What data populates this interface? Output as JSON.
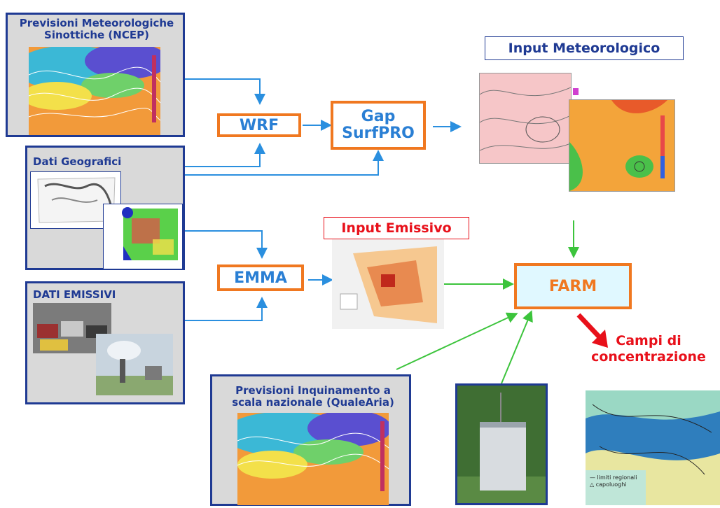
{
  "sources": {
    "ncep_title": "Previsioni Meteorologiche Sinottiche (NCEP)",
    "geo_title": "Dati Geografici",
    "emis_title": "DATI EMISSIVI",
    "qualearia_title": "Previsioni Inquinamento a scala nazionale (QualeAria)"
  },
  "process": {
    "wrf": "WRF",
    "gap": "Gap SurfPRO",
    "emma": "EMMA",
    "farm": "FARM"
  },
  "outputs": {
    "input_meteo": "Input Meteorologico",
    "input_emis": "Input Emissivo",
    "campi": "Campi di concentrazione"
  },
  "map_legend": {
    "line1": "limiti regionali",
    "line2": "capoluoghi"
  },
  "colors": {
    "arrow_blue": "#2a8fdf",
    "arrow_green": "#3cc43c",
    "arrow_red": "#e8101a",
    "box_border": "#1f3a93",
    "process_border": "#f07820"
  }
}
